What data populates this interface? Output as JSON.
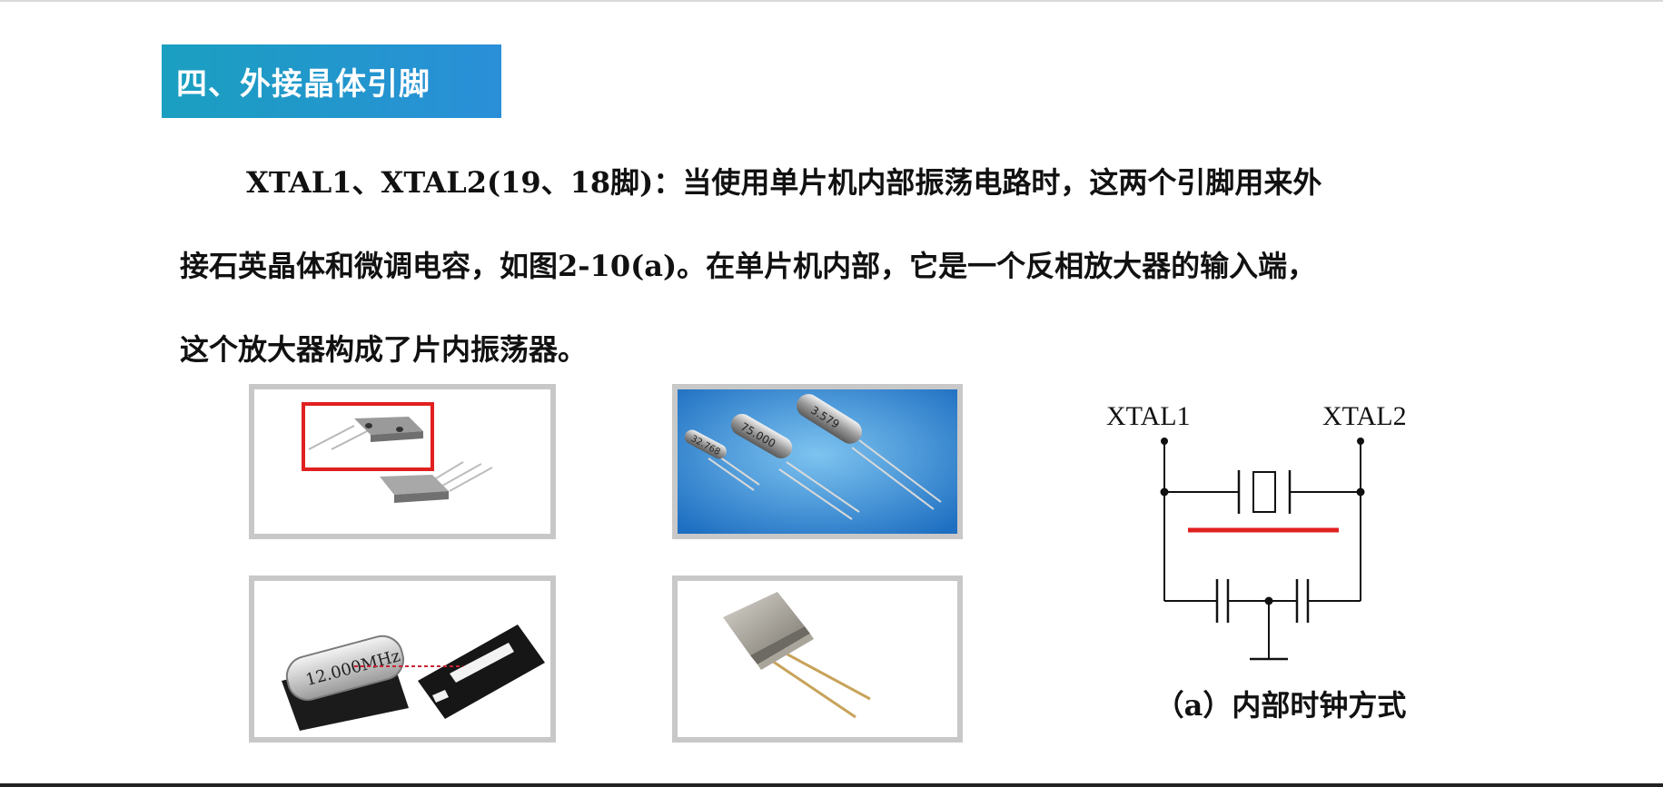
{
  "title": "四、外接晶体引脚",
  "paragraph": {
    "line1": "XTAL1、XTAL2(19、18脚)：当使用单片机内部振荡电路时，这两个引脚用来外",
    "line2": "接石英晶体和微调电容，如图2-10(a)。在单片机内部，它是一个反相放大器的输入端，",
    "line3": "这个放大器构成了片内振荡器。"
  },
  "photos": {
    "crystal_3_label": "12.000MHz",
    "crystal_2_labels": [
      "32.768",
      "75.000",
      "3.579"
    ]
  },
  "circuit": {
    "label_left": "XTAL1",
    "label_right": "XTAL2",
    "caption": "（a）内部时钟方式",
    "highlight_color": "#e02020"
  },
  "colors": {
    "title_bg_start": "#1a9fc0",
    "title_bg_end": "#2a8fd8",
    "highlight": "#e02020"
  }
}
